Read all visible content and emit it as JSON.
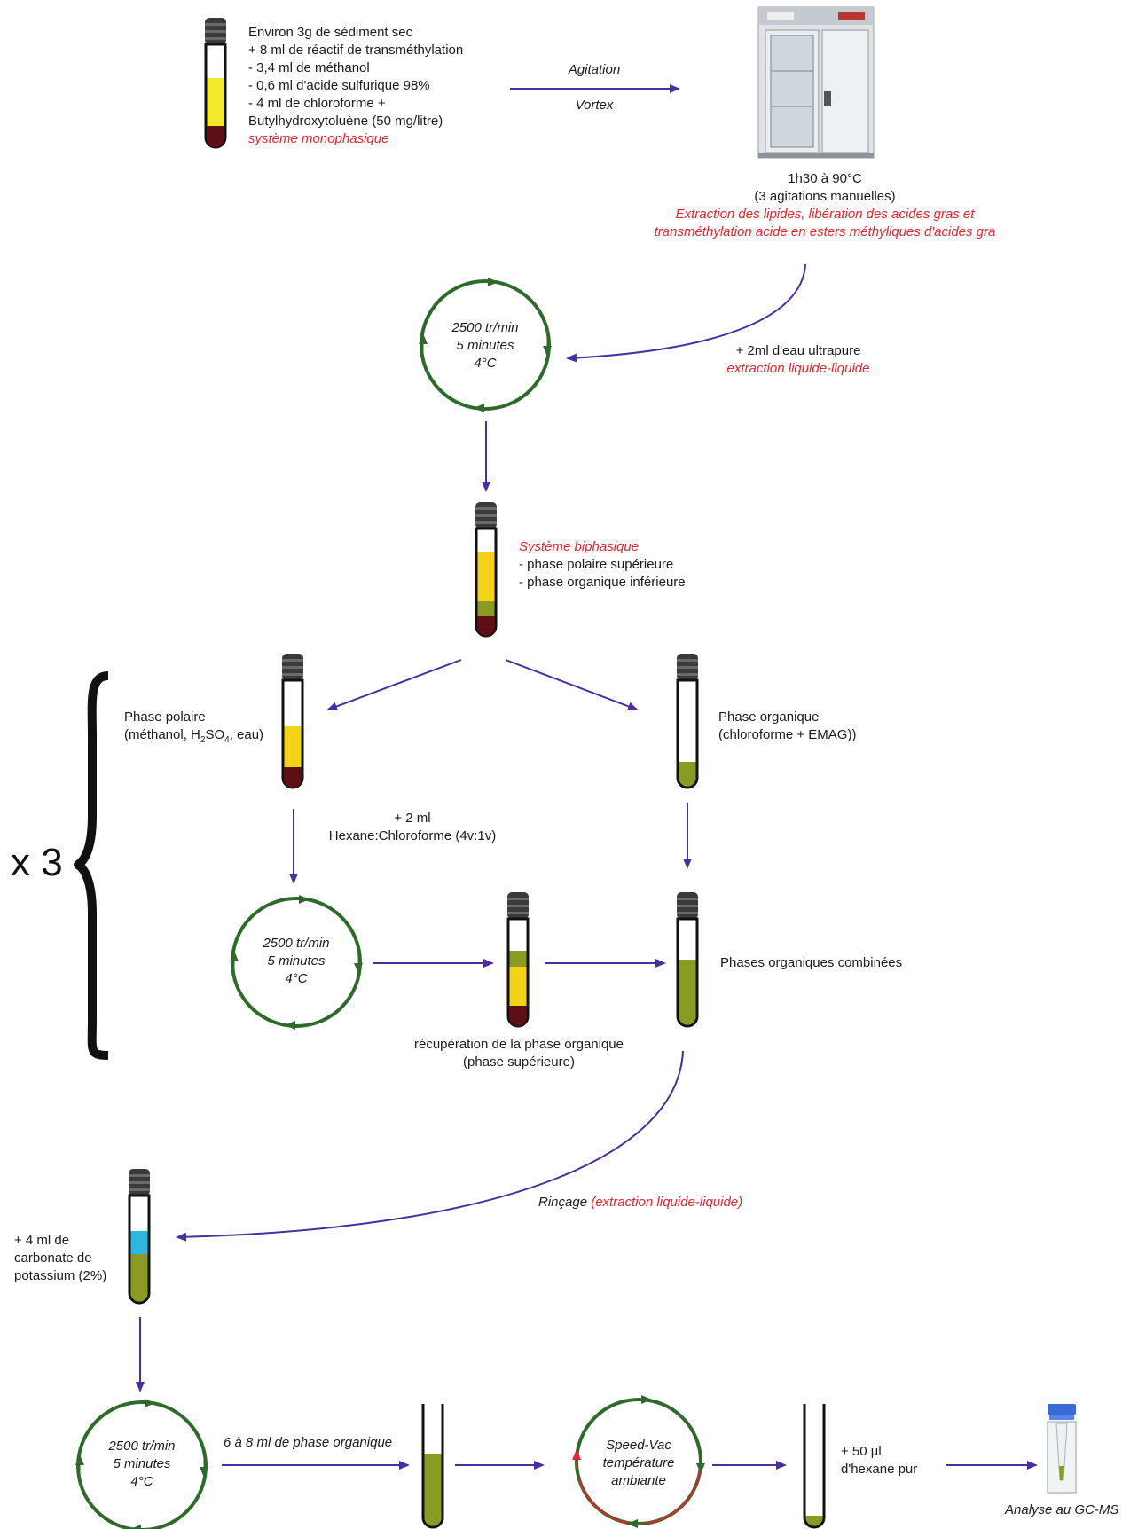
{
  "step1": {
    "lines": [
      "Environ 3g de sédiment sec",
      "+ 8 ml de réactif de transméthylation",
      "- 3,4 ml de méthanol",
      "- 0,6 ml d'acide sulfurique 98%",
      "- 4 ml de chloroforme +",
      "Butylhydroxytoluène (50 mg/litre)"
    ],
    "note": "système monophasique"
  },
  "arrow1": {
    "top": "Agitation",
    "bottom": "Vortex"
  },
  "incubator": {
    "line1": "1h30 à 90°C",
    "line2": "(3 agitations manuelles)",
    "note1": "Extraction des lipides, libération des acides gras et",
    "note2": "transméthylation acide en esters méthyliques d'acides gra"
  },
  "add_water": {
    "line1": "+ 2ml d'eau ultrapure",
    "note": "extraction liquide-liquide"
  },
  "centrifuge": {
    "speed": "2500 tr/min",
    "time": "5 minutes",
    "temp": "4°C"
  },
  "biphasic": {
    "title": "Système biphasique",
    "line1": "- phase polaire supérieure",
    "line2": "- phase organique inférieure"
  },
  "polar_phase": {
    "line1": "Phase polaire",
    "line2_a": "(méthanol, H",
    "sub1": "2",
    "line2_b": "SO",
    "sub2": "4",
    "line2_c": ", eau)"
  },
  "organic_phase": {
    "line1": "Phase organique",
    "line2": "(chloroforme + EMAG))"
  },
  "repeat": {
    "label": "x 3"
  },
  "hexane": {
    "line1": "+ 2 ml",
    "line2": "Hexane:Chloroforme (4v:1v)"
  },
  "recovery": {
    "line1": "récupération de la phase organique",
    "line2": "(phase supérieure)"
  },
  "combined": {
    "label": "Phases organiques combinées"
  },
  "rinse": {
    "label": "Rinçage",
    "note": "(extraction liquide-liquide)"
  },
  "carbonate": {
    "line1": "+ 4 ml de",
    "line2": "carbonate de",
    "line3": "potassium (2%)"
  },
  "transfer": {
    "label": "6 à 8 ml de phase organique"
  },
  "speedvac": {
    "line1": "Speed-Vac",
    "line2": "température",
    "line3": "ambiante"
  },
  "hexane_pure": {
    "line1": "+ 50 µl",
    "line2": "d'hexane pur"
  },
  "analysis": {
    "label": "Analyse au GC-MS"
  },
  "colors": {
    "arrow": "#4a2ea0",
    "circle": "#2e6b2a",
    "red_note": "#e3262d",
    "yellow": "#f2d317",
    "dark_red": "#5c0f14",
    "olive": "#8b9a23",
    "blue": "#2bb7de"
  },
  "icons": [
    "test-tube-icon",
    "incubator-icon",
    "centrifuge-cycle-icon",
    "gc-vial-icon"
  ]
}
